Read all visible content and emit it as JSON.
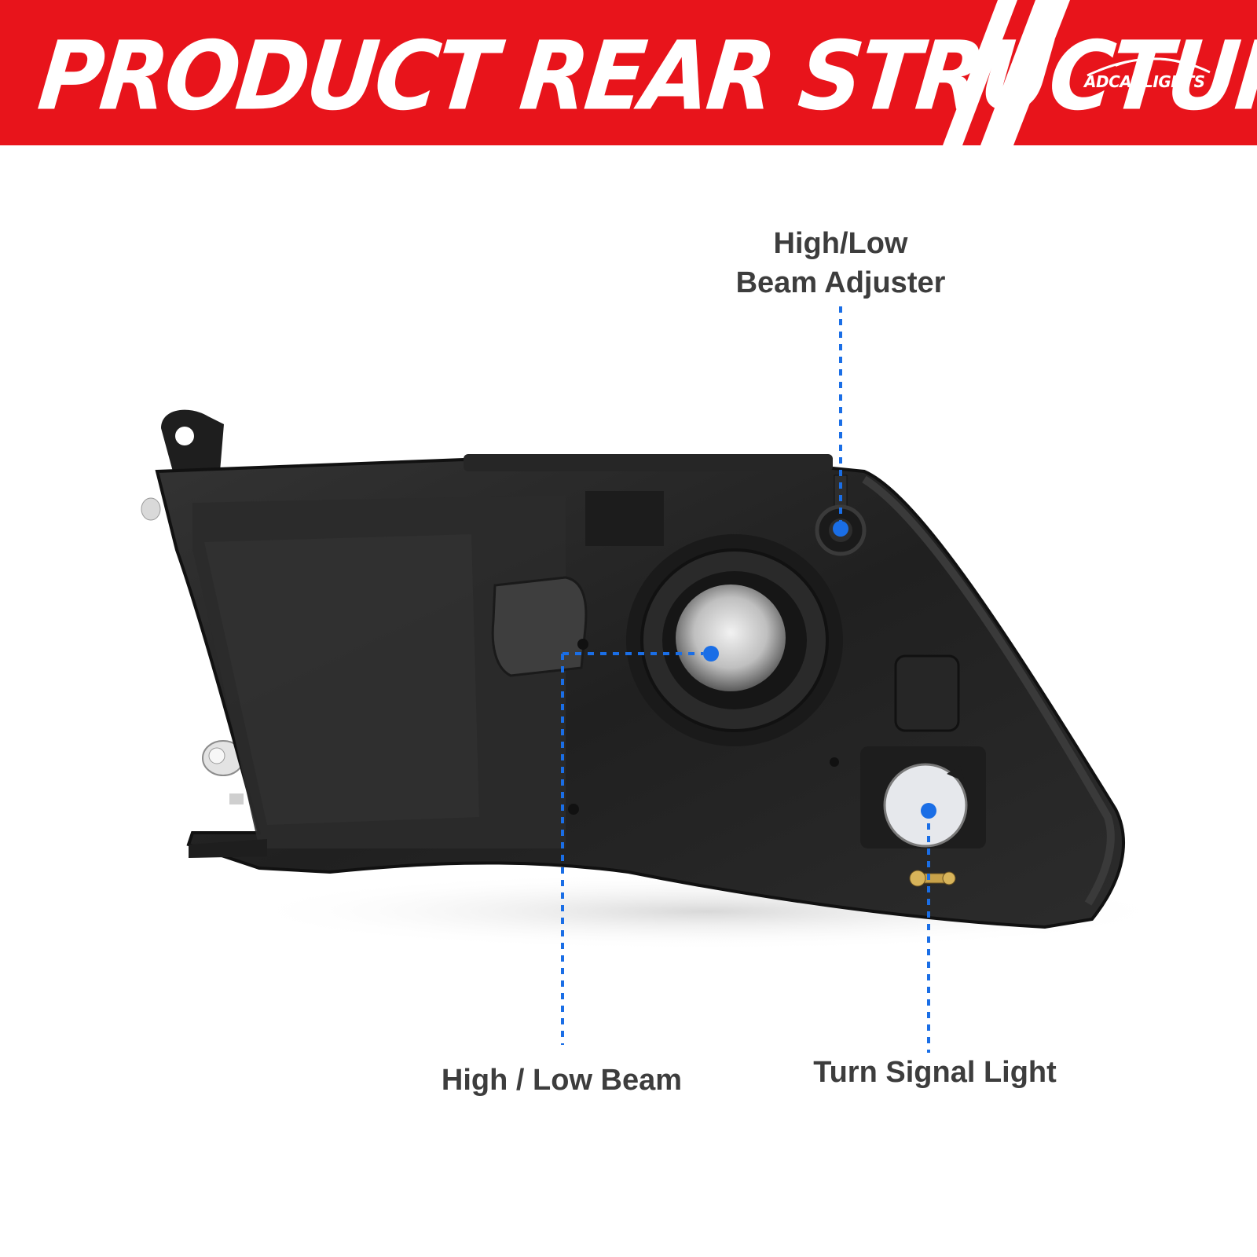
{
  "header": {
    "title": "PRODUCT REAR STRUCTURE",
    "brand": "ADCARLIGHTS",
    "background_color": "#e8141b",
    "title_color": "#ffffff"
  },
  "callouts": [
    {
      "line1": "High/Low",
      "line2": "Beam Adjuster"
    },
    {
      "line1": "High / Low Beam"
    },
    {
      "line1": "Turn Signal Light"
    }
  ],
  "colors": {
    "label_text": "#3d3d3d",
    "callout_dot": "#1a6ee6",
    "housing": "#232323"
  }
}
